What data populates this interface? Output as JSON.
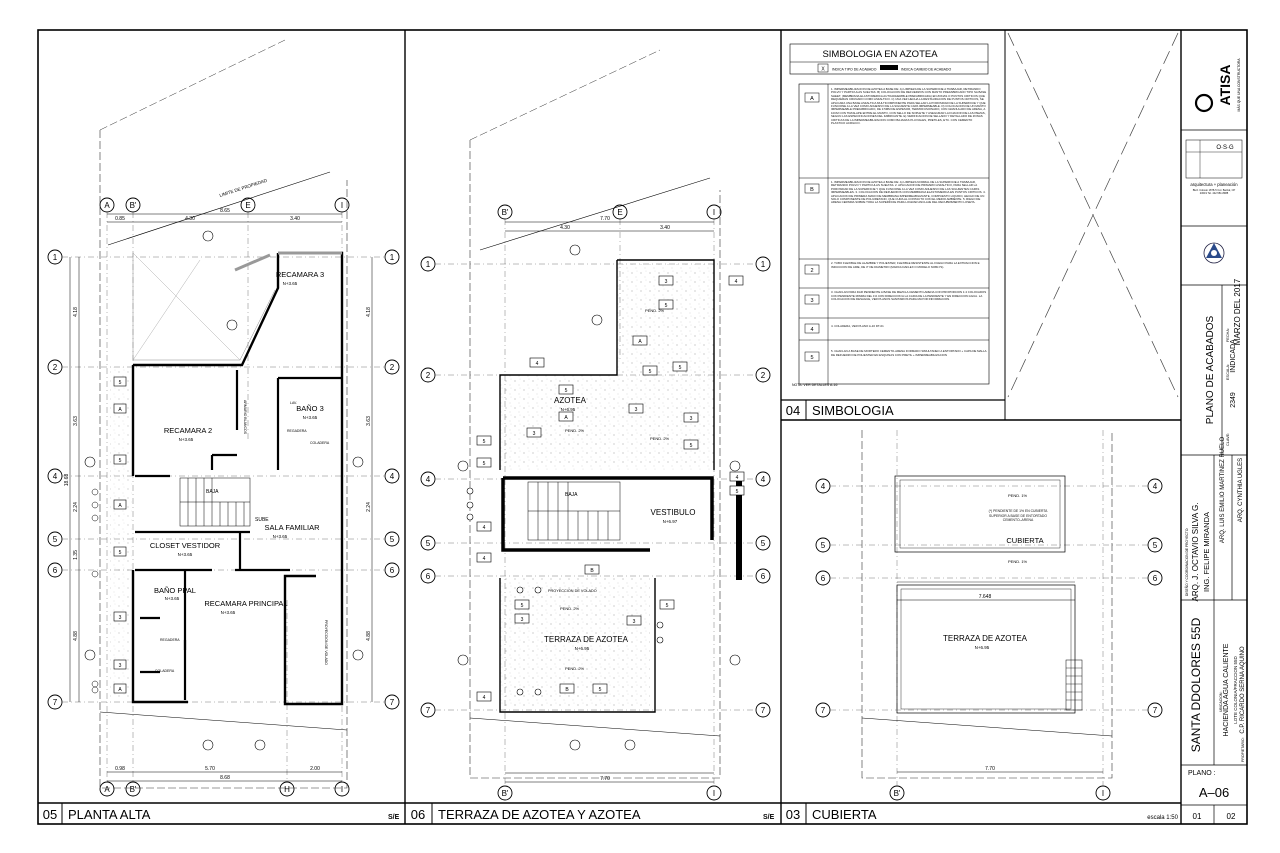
{
  "panels": {
    "p05": {
      "num": "05",
      "title": "PLANTA ALTA",
      "scale": "S/E"
    },
    "p06": {
      "num": "06",
      "title": "TERRAZA DE AZOTEA Y AZOTEA",
      "scale": "S/E"
    },
    "p03": {
      "num": "03",
      "title": "CUBIERTA",
      "scale": "escala 1:50"
    },
    "p04": {
      "num": "04",
      "title": "SIMBOLOGIA"
    }
  },
  "grid": {
    "columns_05": [
      "A",
      "B'",
      "E",
      "I",
      "H",
      "I"
    ],
    "columns_06": [
      "B'",
      "E",
      "I",
      "B'",
      "I"
    ],
    "columns_03": [
      "I",
      "B'",
      "I"
    ],
    "rows": [
      "1",
      "2",
      "4",
      "5",
      "6",
      "7"
    ]
  },
  "dimensions": {
    "d05_top": [
      "0.85",
      "4.30",
      "3.40",
      "8.65"
    ],
    "d05_bottom": [
      "0.98",
      "5.70",
      "2.00",
      "8.68"
    ],
    "d05_left": [
      "4.18",
      "3.63",
      "2.24",
      "1.35",
      "4.88",
      "18.68"
    ],
    "d06_top": [
      "7.70",
      "4.30",
      "3.40"
    ],
    "d06_bottom": [
      "7.70"
    ],
    "d03_bottom": [
      "7.70"
    ],
    "d03_mid": [
      "7.648"
    ]
  },
  "rooms_05": [
    {
      "name": "RECAMARA 3",
      "level": "N+3.65"
    },
    {
      "name": "RECAMARA 2",
      "level": "N+3.65"
    },
    {
      "name": "BAÑO 3",
      "level": "N+3.65"
    },
    {
      "name": "SALA FAMILIAR",
      "level": "N+3.65"
    },
    {
      "name": "CLOSET VESTIDOR",
      "level": "N+3.65"
    },
    {
      "name": "BAÑO PPAL",
      "level": "N+3.65"
    },
    {
      "name": "RECAMARA PRINCIPAL",
      "level": "N+3.65"
    }
  ],
  "rooms_06": [
    {
      "name": "AZOTEA",
      "level": "N+6.95"
    },
    {
      "name": "VESTIBULO",
      "level": "N+6.97"
    },
    {
      "name": "TERRAZA DE AZOTEA",
      "level": "N+6.95"
    }
  ],
  "rooms_03": [
    {
      "name": "CUBIERTA",
      "level": ""
    },
    {
      "name": "TERRAZA DE AZOTEA",
      "level": "N+6.95"
    }
  ],
  "labels_misc": {
    "limite": "LIMITE DE PROPIEDAD",
    "coladera": "COLADERA",
    "regadera": "REGADERA",
    "baja": "BAJA",
    "sube": "SUBE",
    "pend": "PEND. 2%",
    "pend1": "PEND. 1%",
    "proyeccion": "PROYECCION DE VOLADO",
    "lav": "LAV.",
    "armario": "ARMARIO BLANCOS",
    "pendiente_text": "(*) PENDIENTE DE 1% EN CUBIERTA SUPERIOR A BASE DE ENTORTADO CEMENTO–ARENA"
  },
  "symbology": {
    "title": "SIMBOLOGIA EN AZOTEA",
    "legend_x": "X",
    "legend_x_text": "INDICA TIPO DE ACABADO",
    "legend_change": "INDICA CAMBIO DE ACABADO",
    "items": [
      {
        "key": "A",
        "text": "1. IMPERMEABILIZACION DE AZOTEA A BASE DE: A) LIMPIEZA DE LA SUPERFICIE A TRABAJAR, RETIRANDO POLVO Y PARTICULAS SUELTAS. B) COLOCACION DE REFUERZOS CON MANTO PREFABRICADO TIPO SA BASE SHEET, (MEMBRANA ELASTOMERICA AUTOADHERIBLE PREFABRICADA) EN ZONAS O PUNTOS CRITICOS QUE REQUIERAN CRUNADO COMO ASFALTICO. C) UNA VEZ HECHA LA RESTAURACION DE PUNTOS CRITICOS, SE APLICARA UNA BASE ASFALTICA MULTICOMPONENTE PARA SELLAR LA POROSIDAD DE LA SUPERFICIE Y QUE FUNCIONE A LA VEZ COMO ADHESIVO DE LA SIGUIENTE CAPA IMPERMEABLE. D) COLOCACION DE UN MANTO IMPERMEABLE PREFABRICADO, DE 3.5MM DE ESPESOR, TERMOFUSIONADO, CON GRANULADO DE ARENA, A 10CM CON TRASLAPE ENTRE EL MANTO, CON SELLO DE SOPLETE Y ASEGURAR LA FIJACION DE LAS PIEZAS, SEGUN LAS ESPECIFICACIONES DEL FABRICANTE. E) VERIFICACION DE SELLADO Y DETALLADO DE ZONAS CRITICAS DE LA IMPERMEABILIZACION COMO BAJADAS PLUVIALES, PRETILES, ETC. CON CEMENTO PLASTICO ACRILICO."
      },
      {
        "key": "B",
        "text": "1. IMPERMEABILIZACION DE AZOTEA A BASE DE: A) LIMPIEZA NORMAL DE LA SUPERFICIE A TRABAJAR, RETIRANDO POLVO Y PARTICULAS SUELTAS. 2. APLICACION DE PRIMARIO ASFALTICO, PARA SELLAR LA POROSIDAD DE LA SUPERFICIE Y QUE FUNCIONE A LA VEZ COMO ADHESIVO DE LAS SIGUIENTES CAPAS IMPERMEABLES. 3. COLOCACION DE REFUERZOS CON MEMBRANA ELASTOMERICA EN PUNTOS CRITICOS. 4. APLICACION DE PRIMERA MANO DE MEMBRANA IMPERMEABILIZANTE, COMPUESTO LIQUIDO, HECHO DE UN SOLO COMPONENTE DE POLIURETANO, QUE CURA AL CONTACTO CON EL MEDIO AMBIENTE. 5. RIEGO DE ARENA CERNIDA SOBRE TODA LA SUPERFICIE PARA LOGRAR ANCLAJE DEL RECUBRIMIENTO LOSETA."
      },
      {
        "key": "2",
        "text": "2. TUBO FLEXIBLE DE ALAMBRE Y POLIESTER, FLEXIBLE RESISTENTE AL FUEGO PARA LA EXTRACCION E INDUCCION DE AIRE, DE 3\" DE DIAMETRO (MARCA DAFLEX O MODELO NOBLYS)."
      },
      {
        "key": "3",
        "text": "3. CHAFLAN PARA DAR PENDIENTE A BASE DE MEZCLA CEMENTO-ARENA CON PROPORCION 1:4 COLOCADOS CON PENDIENTE MINIMA DEL 1% CON DIRECCION A LA CAIDA DE LA PENDIENTE Y EN DIRECCION AGUA. LA COLOCACION DE DESAGUE, VER PLANOS SANITARIOS PARA MAYOR INFORMACION."
      },
      {
        "key": "4",
        "text": "4. COLADERA, VER PLANO A-16 DT-01"
      },
      {
        "key": "5",
        "text": "5. CHAFLAN A BASE DE MORTERO CEMENTO-ARENA FORMADO SIMULTANEO A ENTORTADO + CAPA DE MALLA DE REFUERZO DE POLIESTER EN ESQUINAS CON PRETIL + IMPERMEABILIZACION"
      }
    ],
    "note": "NOTA: VER DETALLES A-16"
  },
  "title_block": {
    "brand": "ATISA",
    "brand_sub": "MÁS QUE UNA CONSTRUCTORA",
    "osg": "O·S·G",
    "osg_sub": "arquitectura + planeación",
    "osg_addr": "Blvd. Colosio 1878-5 Col. Barrial, CP 23019 Tel. 442.581.8988",
    "drawing_title": "PLANO DE ACABADOS",
    "project": "SANTA DDOLORES 55D",
    "location_lbl": "UBICACION:",
    "location": "HACIENDA AGUA CALIENTE",
    "location2": "LOTE COLONIA/FRACCION 55D",
    "owner_lbl": "PROPIETARIO:",
    "owner": "C.P. RICARDO SERNA AQUINO",
    "designer_lbl": "DISEÑO Y COORDINACION DE PROYECTO:",
    "designer": "ARQ. J. OCTAVIO SILVA G.",
    "engineer": "ING. FELIPE MIRANDA",
    "drafter": "ARQ. LUIS EMILIO MARTINEZ RUELO",
    "reviewer": "ARQ. CYNTHIA UGLES",
    "scale_lbl": "ESCALA:",
    "scale": "INDICADA",
    "date_lbl": "FECHA:",
    "date": "MARZO DEL 2017",
    "code_lbl": "CLAVE:",
    "code": "2349",
    "plano_lbl": "PLANO :",
    "plano": "A–06",
    "sheet": "01",
    "sheets": "02"
  }
}
